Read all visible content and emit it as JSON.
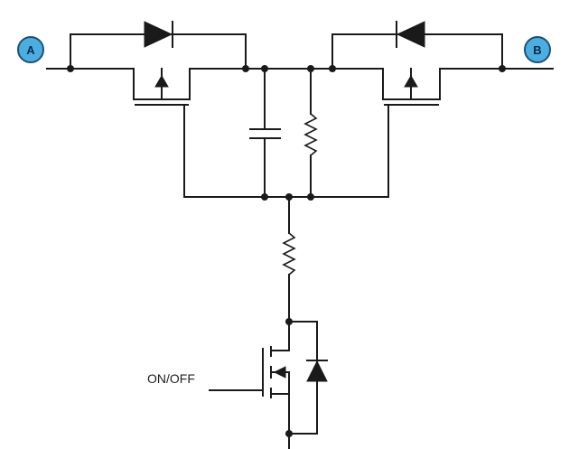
{
  "nodes": {
    "a": {
      "label": "A"
    },
    "b": {
      "label": "B"
    }
  },
  "control": {
    "label": "ON/OFF"
  },
  "colors": {
    "wire": "#1a1a1a",
    "node_fill": "#4aaee0",
    "node_stroke": "#1e4f7a"
  }
}
